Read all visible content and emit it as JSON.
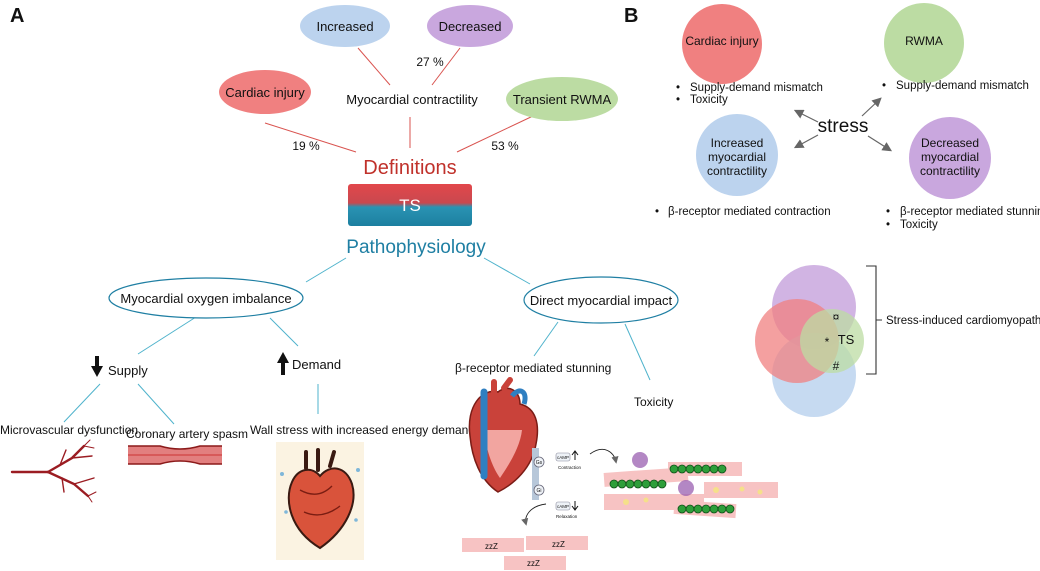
{
  "panel_a": {
    "label": "A",
    "increased": "Increased",
    "decreased": "Decreased",
    "decreased_pct": "27 %",
    "cardiac_injury": "Cardiac injury",
    "myocardial_contractility": "Myocardial contractility",
    "transient_rwma": "Transient RWMA",
    "pct_injury": "19 %",
    "pct_rwma": "53 %",
    "definitions": "Definitions",
    "ts": "TS",
    "pathophysiology": "Pathophysiology",
    "oxygen_imbalance": "Myocardial oxygen imbalance",
    "direct_impact": "Direct myocardial impact",
    "supply": "Supply",
    "demand": "Demand",
    "microvascular": "Microvascular dysfunction",
    "coronary_spasm": "Coronary artery spasm",
    "wall_stress": "Wall stress with increased energy demand",
    "beta_stunning": "β-receptor mediated stunning",
    "toxicity": "Toxicity",
    "gs": "Gs",
    "gi": "Gi",
    "camp": "cAMP",
    "contraction": "Contraction",
    "relaxation": "Relaxation",
    "zzz": "zzZ"
  },
  "panel_b": {
    "label": "B",
    "cardiac_injury": "Cardiac injury",
    "rwma": "RWMA",
    "increased": "Increased myocardial contractility",
    "increased_l1": "Increased",
    "increased_l2": "myocardial",
    "increased_l3": "contractility",
    "decreased_l1": "Decreased",
    "decreased_l2": "myocardial",
    "decreased_l3": "contractility",
    "stress": "stress",
    "injury_b1": "Supply-demand mismatch",
    "injury_b2": "Toxicity",
    "rwma_b1": "Supply-demand mismatch",
    "inc_b1": "β-receptor mediated contraction",
    "dec_b1": "β-receptor mediated stunning",
    "dec_b2": "Toxicity",
    "venn_ts": "TS",
    "venn_star": "*",
    "venn_currency": "¤",
    "venn_hash": "#",
    "stress_cm": "Stress-induced cardiomyopathy"
  },
  "colors": {
    "red_ellipse": "#f08080",
    "blue_ellipse": "#bcd3ee",
    "purple_ellipse": "#c9a7de",
    "green_ellipse": "#bcdca3",
    "definitions_red": "#c0312b",
    "patho_teal": "#1f7fa3",
    "connector_red": "#d9534f",
    "connector_teal": "#4fb3cc"
  }
}
